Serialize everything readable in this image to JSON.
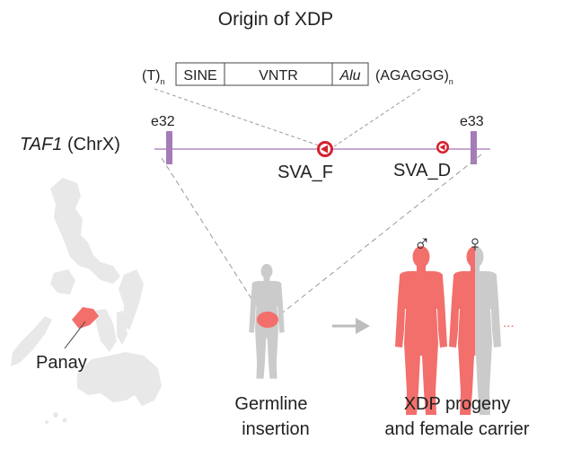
{
  "title": "Origin of XDP",
  "sva_structure": {
    "left_repeat": "(T)",
    "left_sub": "n",
    "segments": [
      "SINE",
      "VNTR",
      "Alu"
    ],
    "right_repeat": "(AGAGGG)",
    "right_sub": "n"
  },
  "gene": {
    "name": "TAF1",
    "chromosome": "(ChrX)",
    "exon_left": "e32",
    "exon_right": "e33",
    "insertions": [
      "SVA_F",
      "SVA_D"
    ]
  },
  "map": {
    "region_label": "Panay"
  },
  "captions": {
    "germline_line1": "Germline",
    "germline_line2": "insertion",
    "progeny_line1": "XDP progeny",
    "progeny_line2": "and female carrier"
  },
  "symbols": {
    "male": "♂",
    "female": "♀",
    "ellipsis": "..."
  },
  "colors": {
    "accent_red": "#d6202f",
    "exon_purple": "#a57bb8",
    "gene_line": "#b48cc2",
    "body_pink": "#f26f6c",
    "body_gray": "#cbcbcb",
    "map_gray": "#e8e8e8",
    "dashed_gray": "#9a9a9a",
    "arrow_gray": "#bdbdbd"
  }
}
